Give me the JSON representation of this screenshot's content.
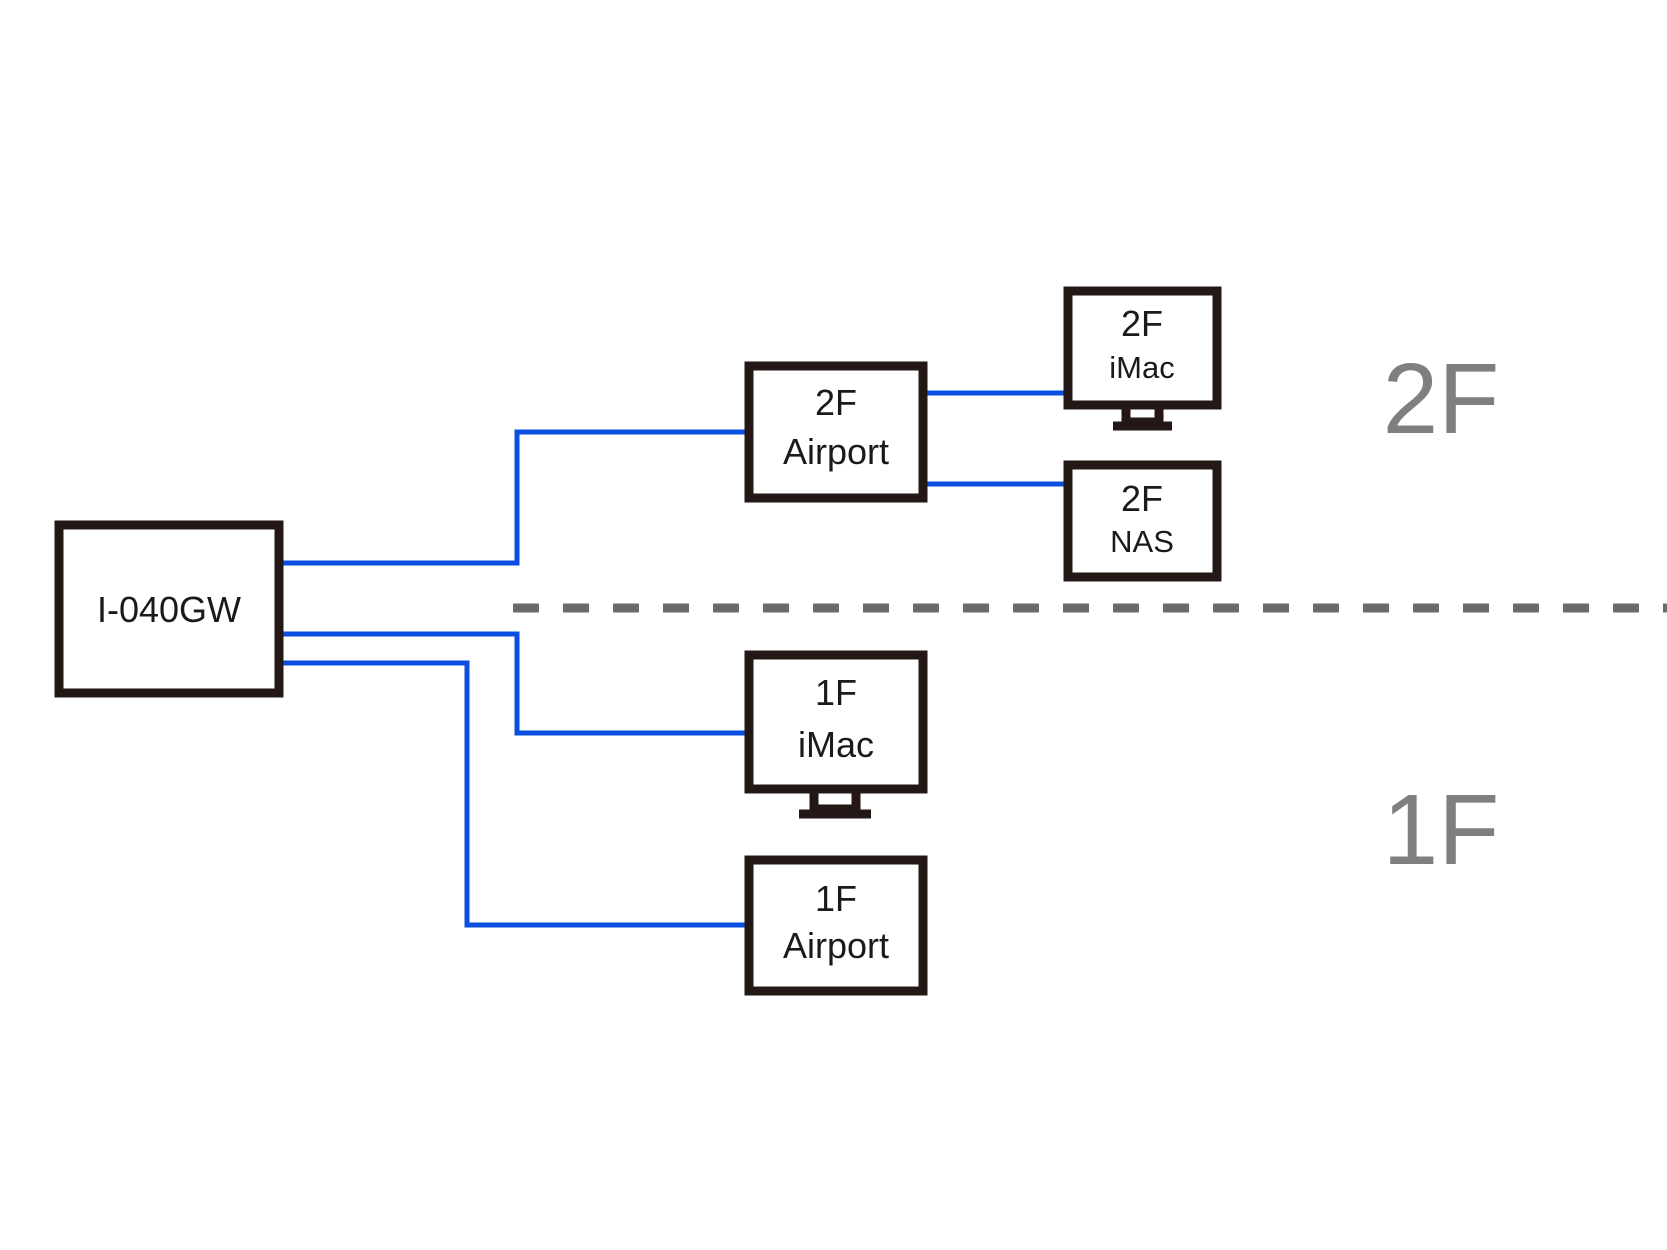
{
  "colors": {
    "box_stroke": "#231815",
    "link": "#0a4fe0",
    "divider": "#6b6b6b",
    "floor_label": "#7f7f7f",
    "background": "#ffffff"
  },
  "floors": {
    "upper": "2F",
    "lower": "1F"
  },
  "nodes": {
    "gateway": {
      "label": "I-040GW",
      "icon": "router-box"
    },
    "airport_2f": {
      "line1": "2F",
      "line2": "Airport",
      "icon": "wifi-box"
    },
    "imac_2f": {
      "line1": "2F",
      "line2": "iMac",
      "icon": "monitor-icon"
    },
    "nas_2f": {
      "line1": "2F",
      "line2": "NAS",
      "icon": "storage-box"
    },
    "imac_1f": {
      "line1": "1F",
      "line2": "iMac",
      "icon": "monitor-icon"
    },
    "airport_1f": {
      "line1": "1F",
      "line2": "Airport",
      "icon": "wifi-box"
    }
  },
  "links": [
    {
      "from": "gateway",
      "to": "airport_2f"
    },
    {
      "from": "gateway",
      "to": "imac_1f"
    },
    {
      "from": "gateway",
      "to": "airport_1f"
    },
    {
      "from": "airport_2f",
      "to": "imac_2f"
    },
    {
      "from": "airport_2f",
      "to": "nas_2f"
    }
  ]
}
